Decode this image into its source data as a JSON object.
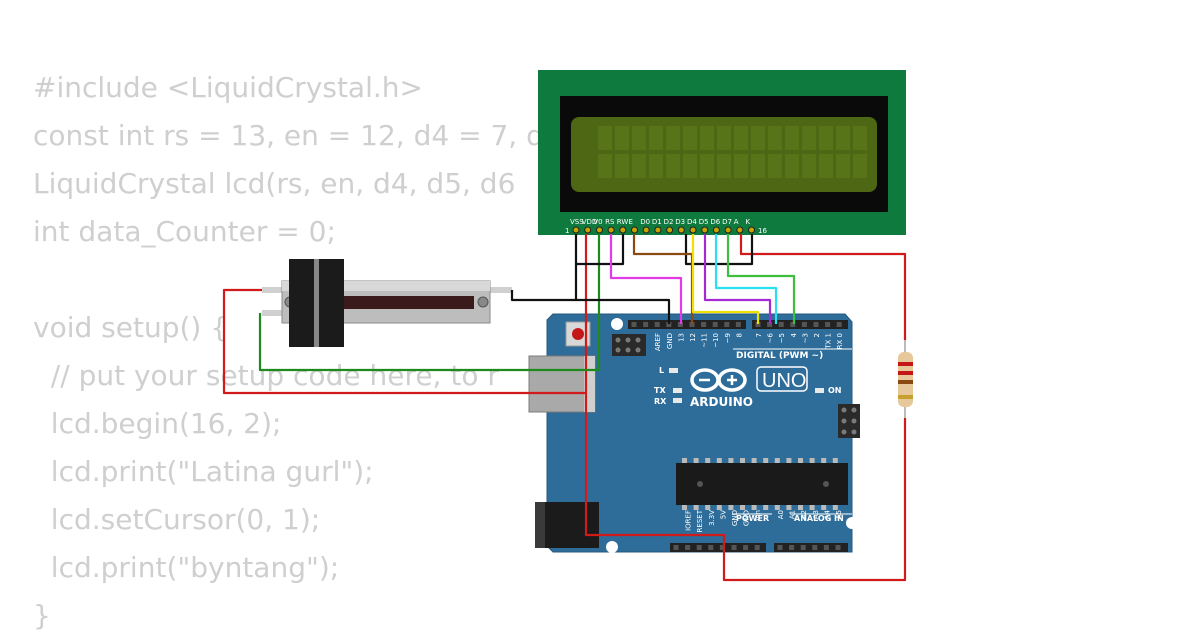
{
  "code_lines": [
    "#include <LiquidCrystal.h>",
    "const int rs = 13, en = 12, d4 = 7, d",
    "LiquidCrystal lcd(rs, en, d4, d5, d6",
    "int data_Counter = 0;",
    "",
    "void setup() {",
    "  // put your setup code here, to r",
    "  lcd.begin(16, 2);",
    "  lcd.print(\"Latina gurl\");",
    "  lcd.setCursor(0, 1);",
    "  lcd.print(\"byntang\");",
    "}"
  ],
  "lcd": {
    "pin_labels": [
      "VSS",
      "VDD",
      "V0",
      "RS",
      "RW",
      "E",
      "D0",
      "D1",
      "D2",
      "D3",
      "D4",
      "D5",
      "D6",
      "D7",
      "A",
      "K"
    ],
    "pin_first": "1",
    "pin_last": "16"
  },
  "arduino": {
    "brand": "ARDUINO",
    "model": "UNO",
    "digital_label": "DIGITAL (PWM ~)",
    "power_label": "POWER",
    "analog_label": "ANALOG IN",
    "on_label": "ON",
    "led_l": "L",
    "led_tx": "TX",
    "led_rx": "RX",
    "top_header_labels": [
      "AREF",
      "GND",
      "13",
      "12",
      "~11",
      "~10",
      "~9",
      "8",
      "7",
      "~6",
      "~5",
      "4",
      "~3",
      "2",
      "TX 1",
      "RX 0"
    ],
    "bottom_header_labels": [
      "IOREF",
      "RESET",
      "3.3V",
      "5V",
      "GND",
      "GND",
      "Vin",
      "A0",
      "A1",
      "A2",
      "A3",
      "A4",
      "A5"
    ]
  },
  "wire_colors": {
    "black": "#111111",
    "red": "#d11a1a",
    "green": "#1e8a1e",
    "magenta": "#e23ae6",
    "brown": "#8a4a14",
    "yellow": "#f0e000",
    "purple": "#a52ad6",
    "cyan": "#27e0f0",
    "lime": "#3fbf3f"
  }
}
